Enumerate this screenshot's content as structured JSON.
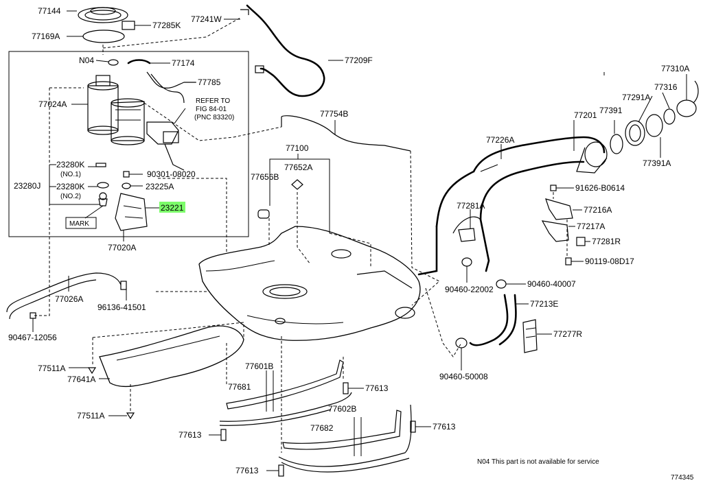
{
  "diagram": {
    "labels": {
      "p77144": "77144",
      "p77285K": "77285K",
      "p77241W": "77241W",
      "p77169A": "77169A",
      "p77209F": "77209F",
      "pN04": "N04",
      "p77174": "77174",
      "p77785": "77785",
      "p77024A": "77024A",
      "refer1": "REFER TO",
      "refer2": "FIG 84-01",
      "refer3": "(PNC 83320)",
      "p77754B": "77754B",
      "p77100": "77100",
      "p77652A": "77652A",
      "p77656B": "77656B",
      "p23280K_1": "23280K",
      "no1": "(NO.1)",
      "p90301": "90301-08020",
      "p23280J": "23280J",
      "p23280K_2": "23280K",
      "no2": "(NO.2)",
      "p23225A": "23225A",
      "p23221": "23221",
      "mark": "MARK",
      "p77020A": "77020A",
      "p77226A": "77226A",
      "p77201": "77201",
      "p77391": "77391",
      "p77291A": "77291A",
      "p77316": "77316",
      "p77310A": "77310A",
      "p77391A": "77391A",
      "p91626": "91626-B0614",
      "p77281A": "77281A",
      "p77216A": "77216A",
      "p77217A": "77217A",
      "p77281R": "77281R",
      "p90119": "90119-08D17",
      "p90460_22002": "90460-22002",
      "p90460_40007": "90460-40007",
      "p77026A": "77026A",
      "p96136": "96136-41501",
      "p90467": "90467-12056",
      "p77213E": "77213E",
      "p77277R": "77277R",
      "p90460_50008": "90460-50008",
      "p77511A_1": "77511A",
      "p77641A": "77641A",
      "p77601B": "77601B",
      "p77681": "77681",
      "p77613_1": "77613",
      "p77511A_2": "77511A",
      "p77602B": "77602B",
      "p77682": "77682",
      "p77613_2": "77613",
      "p77613_3": "77613",
      "p77613_4": "77613",
      "note": "N04  This part is not available for service",
      "figno": "774345"
    },
    "highlight_color": "#7CFC6A"
  }
}
